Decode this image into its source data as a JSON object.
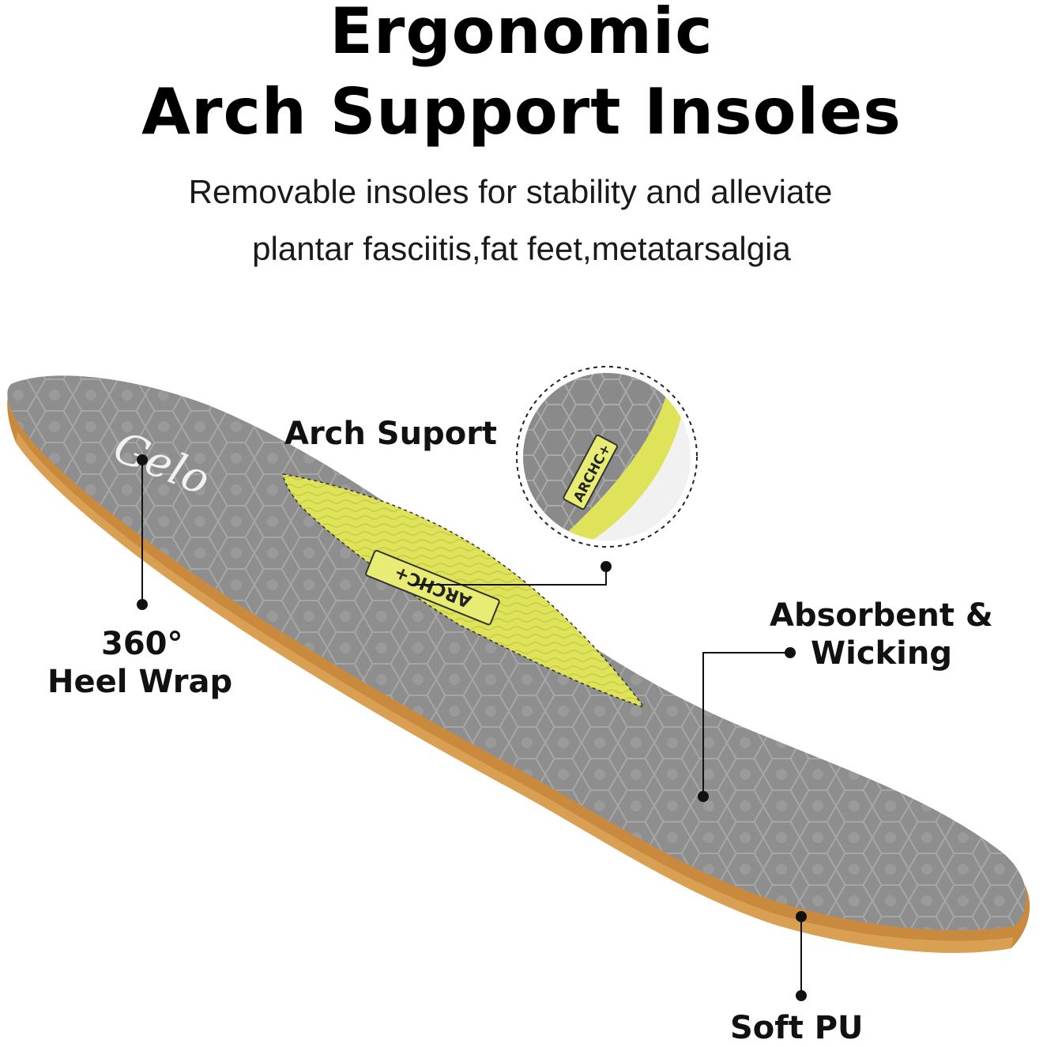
{
  "header": {
    "title_line1": "Ergonomic",
    "title_line2": "Arch Support Insoles",
    "subtitle_line1": "Removable insoles for stability and alleviate",
    "subtitle_line2": "plantar fasciitis,fat feet,metatarsalgia"
  },
  "callouts": {
    "arch_support": "Arch Suport",
    "heel_wrap_line1": "360°",
    "heel_wrap_line2": "Heel Wrap",
    "absorbent_line1": "Absorbent &",
    "absorbent_line2": "Wicking",
    "soft_pu": "Soft PU"
  },
  "insole": {
    "brand_mark": "Gelo",
    "arch_label": "ARCHC+",
    "zoom_label": "ARCHC+",
    "colors": {
      "top_gray": "#8c8c8c",
      "arch_yellow": "#dfe35a",
      "base_tan": "#c98a3e"
    }
  }
}
